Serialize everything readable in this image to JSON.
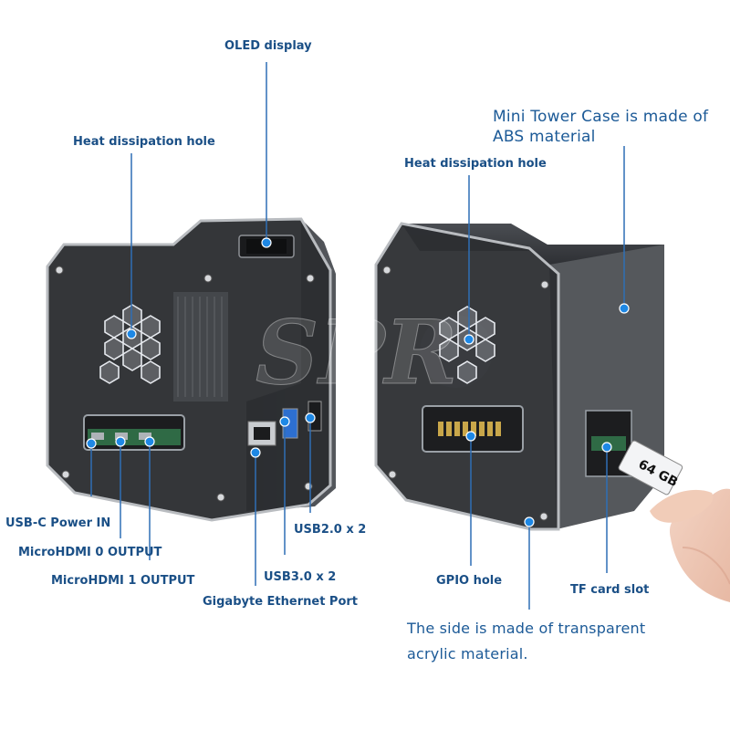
{
  "colors": {
    "label_text": "#1a4f86",
    "leader_line": "#2f6fb5",
    "dot": "#1e88e5",
    "case_dark": "#2b2d30",
    "acrylic_edge": "#b9bcc0",
    "background": "#ffffff"
  },
  "watermark": "SPR",
  "callouts": {
    "oled_display": "OLED display",
    "heat_hole_left": "Heat dissipation hole",
    "heat_hole_right": "Heat dissipation hole",
    "mini_tower_line1": "Mini Tower Case is made of",
    "mini_tower_line2": "ABS material",
    "usbc_power": "USB-C Power IN",
    "microhdmi0": "MicroHDMI 0 OUTPUT",
    "microhdmi1": "MicroHDMI 1 OUTPUT",
    "usb20": "USB2.0 x 2",
    "usb30": "USB3.0 x 2",
    "ethernet": "Gigabyte Ethernet Port",
    "gpio": "GPIO hole",
    "tf_slot": "TF card slot",
    "side_line1": "The side is made of transparent",
    "side_line2": "acrylic material."
  },
  "sd_card_text": "64 GB"
}
